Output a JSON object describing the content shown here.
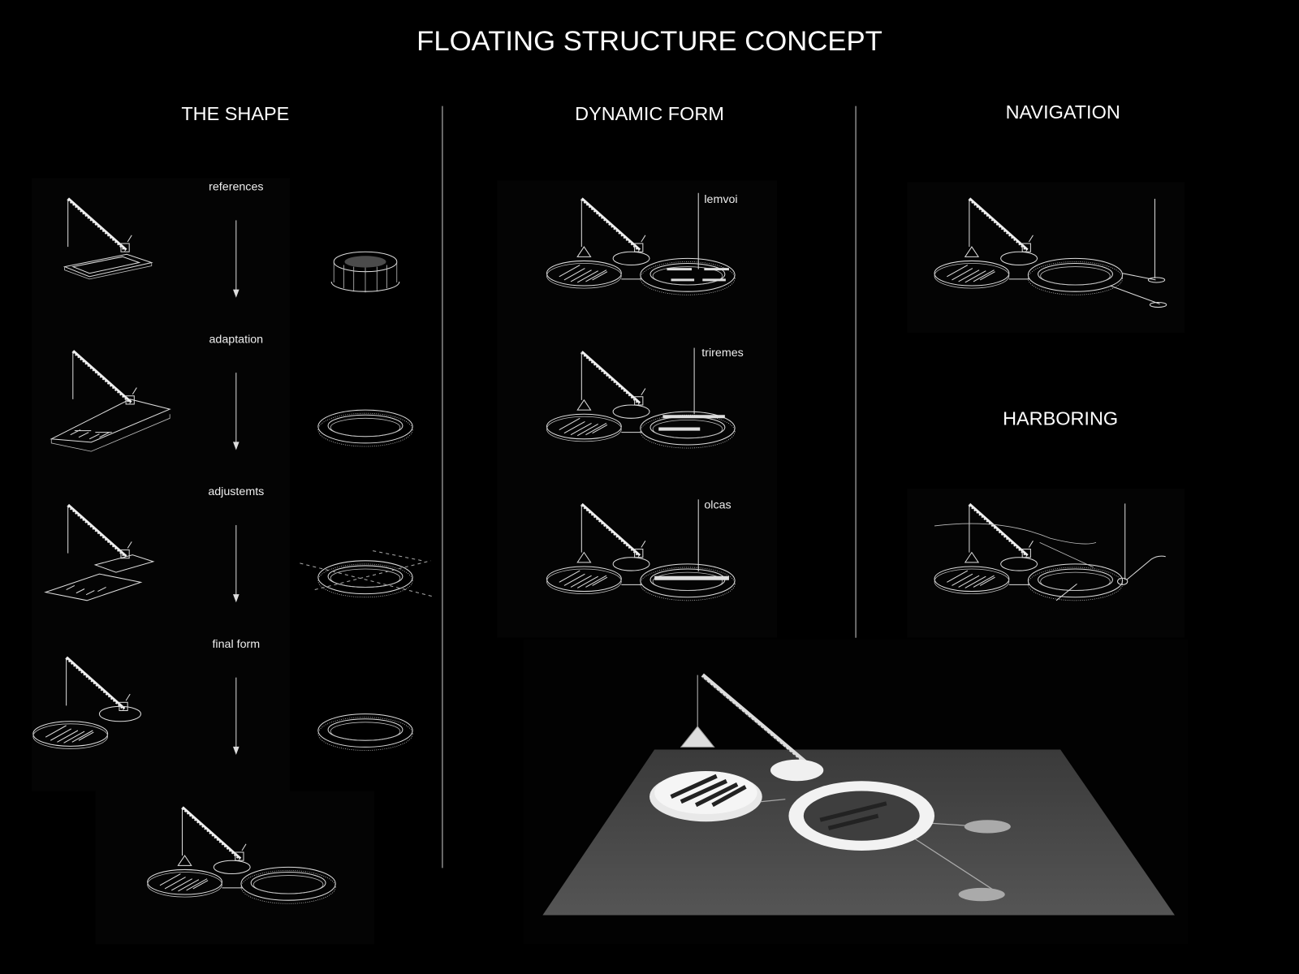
{
  "title": "FLOATING STRUCTURE CONCEPT",
  "sections": {
    "shape": {
      "heading": "THE SHAPE",
      "steps": [
        "references",
        "adaptation",
        "adjustemts",
        "final form"
      ]
    },
    "dynamic": {
      "heading": "DYNAMIC FORM",
      "variants": [
        "lemvoi",
        "triremes",
        "olcas"
      ]
    },
    "navigation": {
      "heading": "NAVIGATION"
    },
    "harboring": {
      "heading": "HARBORING"
    }
  },
  "colors": {
    "background": "#000000",
    "line": "#dddddd",
    "model_base": "#4a4a4a",
    "model_white": "#f2f2f2"
  }
}
